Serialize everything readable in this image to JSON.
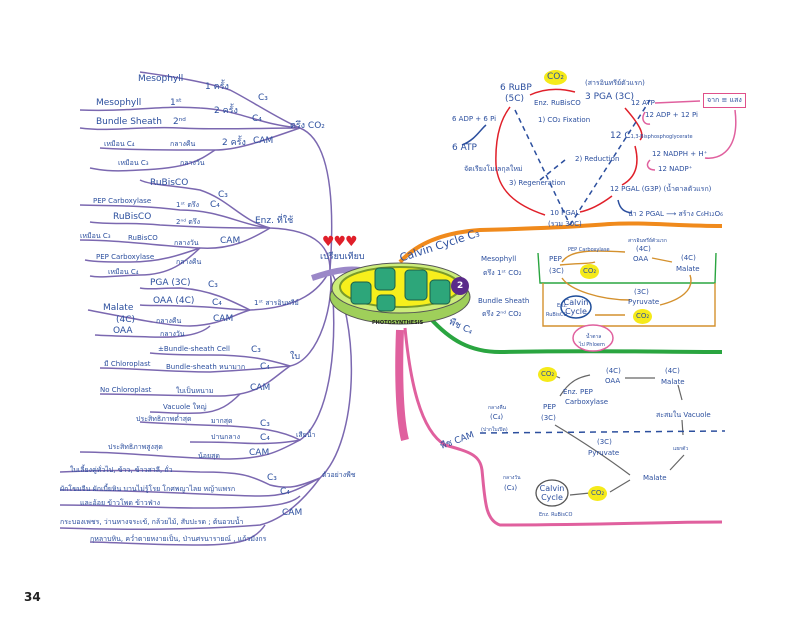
{
  "page_number": "34",
  "center": {
    "title": "PHOTOSYNTHESIS",
    "badge": "2",
    "compare_label": "เปรียบเทียบ",
    "hearts": "♥♥♥"
  },
  "colors": {
    "text": "#2c4f9e",
    "left_branch": "#7b68b0",
    "calvin_branch": "#f08a1c",
    "c4_branch": "#2aa540",
    "cam_branch": "#e0609e",
    "co2_highlight": "#f5ea1a"
  },
  "compare": {
    "co2_fixation": {
      "label": "ตรึง CO₂",
      "c3": {
        "type": "C₃",
        "count": "1 ครั้ง",
        "where": "Mesophyll"
      },
      "c4": {
        "type": "C₄",
        "count": "2 ครั้ง",
        "first": "1ˢᵗ",
        "first_where": "Mesophyll",
        "second": "2ⁿᵈ",
        "second_where": "Bundle Sheath"
      },
      "cam": {
        "type": "CAM",
        "count": "2 ครั้ง",
        "night": "กลางคืน",
        "night_like": "เหมือน C₄",
        "day": "กลางวัน",
        "day_like": "เหมือน C₃"
      }
    },
    "enzyme": {
      "label": "Enz. ที่ใช้",
      "c3": {
        "type": "C₃",
        "enz": "RuBisCO"
      },
      "c4": {
        "type": "C₄",
        "first": "1ˢᵗ ตรึง",
        "first_enz": "PEP Carboxylase",
        "second": "2ⁿᵈ ตรึง",
        "second_enz": "RuBisCO"
      },
      "cam": {
        "type": "CAM",
        "day": "กลางวัน",
        "day_enz": "RuBisCO",
        "day_like": "เหมือน C₃",
        "night": "กลางคืน",
        "night_enz": "PEP Carboxylase",
        "night_like": "เหมือน C₄"
      }
    },
    "first_product": {
      "label": "1ˢᵗ สารอินทรีย์",
      "c3": {
        "type": "C₃",
        "value": "PGA (3C)"
      },
      "c4": {
        "type": "C₄",
        "value": "OAA (4C)"
      },
      "cam": {
        "type": "CAM",
        "night": "กลางคืน",
        "night_value": "Malate",
        "mid": "(4C)",
        "day": "กลางวัน",
        "day_value": "OAA"
      }
    },
    "leaf": {
      "label": "ใบ",
      "c3": {
        "type": "C₃",
        "value": "±Bundle-sheath Cell"
      },
      "c4": {
        "type": "C₄",
        "value": "Bundle-sheath หนามาก",
        "extra": "มี Chloroplast"
      },
      "cam": {
        "type": "CAM",
        "value": "ใบเป็นหนาม",
        "extra": "No Chloroplast",
        "vacuole": "Vacuole ใหญ่"
      }
    },
    "water_loss": {
      "label": "เสียน้ำ",
      "c3": {
        "type": "C₃",
        "value": "มากสุด",
        "eff": "ประสิทธิภาพต่ำสุด"
      },
      "c4": {
        "type": "C₄",
        "value": "ปานกลาง"
      },
      "cam": {
        "type": "CAM",
        "value": "น้อยสุด",
        "eff": "ประสิทธิภาพสูงสุด"
      }
    },
    "examples": {
      "label": "ตัวอย่างพืช",
      "c3": {
        "type": "C₃",
        "value": "ใบเลี้ยงคู่ทั่วไป, ข้าว, ข้าวสาลี, ถั่ว"
      },
      "c4": {
        "type": "C₄",
        "line1": "ผักโขมจีน ผักเบี้ยหิน บานไม่รู้โรย โกศพญาไลย หญ้าแพรก",
        "line2": "และอ้อย ข้าวโพด ข้าวฟ่าง"
      },
      "cam": {
        "type": "CAM",
        "line1": "กระบองเพชร, ว่านหางจระเข้, กล้วยไม้, สับปะรด ; ต้นอวบน้ำ",
        "line2": "กุหลาบหิน, คว่ำตายหงายเป็น, ป่านศรนารายณ์ , แก้วมังกร"
      }
    }
  },
  "calvin": {
    "branch_label": "Calvin Cycle C₃",
    "co2": "CO₂",
    "rubp": "6 RuBP",
    "rubp_c": "(5C)",
    "enz": "Enz. RuBisCO",
    "first_note": "(สารอินทรีย์ตัวแรก)",
    "pga": "3 PGA (3C)",
    "atp12": "12 ATP",
    "light_box": "จาก ≡ แสง",
    "adp6": "6 ADP + 6 Pi",
    "step1": "1) CO₂ Fixation",
    "adp12": "12 ADP + 12 Pi",
    "bpg": "12 C",
    "bpg_sub": "1,3-Bisphosphoglycerate",
    "atp6": "6 ATP",
    "step2": "2) Reduction",
    "nadph": "12 NADPH + H⁺",
    "rearrange": "จัดเรียงโมเลกุลใหม่",
    "nadp": "12 NADP⁺",
    "step3": "3) Regeneration",
    "pgal12": "12 PGAL (G3P) (น้ำตาลตัวแรก)",
    "pgal10": "10 PGAL",
    "pgal10_c": "(รวม 30C)",
    "glucose": "นำ 2 PGAL ⟶ สร้าง C₆H₁₂O₆"
  },
  "c4": {
    "branch_label": "พืช C₄",
    "mesophyll": "Mesophyll",
    "mesophyll_note": "ตรึง 1ˢᵗ CO₂",
    "bundle": "Bundle Sheath",
    "bundle_note": "ตรึง 2ⁿᵈ CO₂",
    "pep": "PEP",
    "pep_c": "(3C)",
    "pepc": "PEP Carboxylase",
    "co2": "CO₂",
    "first_note": "สารอินทรีย์ตัวแรก",
    "oaa_c": "(4C)",
    "oaa": "OAA",
    "malate_c": "(4C)",
    "malate": "Malate",
    "enz": "Enz.",
    "rubisco": "RuBisCO",
    "calvin": "Calvin Cycle",
    "pyr_c": "(3C)",
    "pyr": "Pyruvate",
    "sugar": "น้ำตาล",
    "phloem": "ไป Phloem"
  },
  "cam": {
    "branch_label": "พืช CAM",
    "co2_night": "CO₂",
    "oaa_c": "(4C)",
    "oaa": "OAA",
    "malate_c": "(4C)",
    "malate": "Malate",
    "enz": "Enz. PEP",
    "enz2": "Carboxylase",
    "pep": "PEP",
    "pep_c": "(3C)",
    "night": "กลางคืน",
    "night_type": "(C₄)",
    "night_note": "(ปากใบเปิด)",
    "store": "สะสมใน Vacuole",
    "split": "แยกตัว",
    "pyr_c": "(3C)",
    "pyr": "Pyruvate",
    "malate2": "Malate",
    "day": "กลางวัน",
    "day_type": "(C₃)",
    "calvin": "Calvin Cycle",
    "co2_day": "CO₂",
    "rubisco": "Enz. RuBisCO"
  }
}
